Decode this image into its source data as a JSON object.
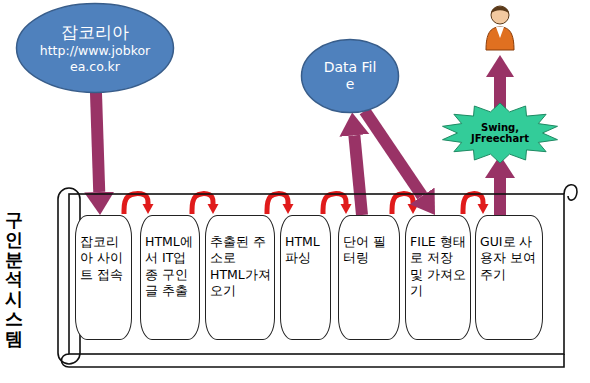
{
  "diagram": {
    "nodes": [
      {
        "text": [
          "잡코리아",
          "http://www.jobkorea.co.kr"
        ]
      },
      {
        "text": [
          "Data File"
        ]
      },
      {
        "text": [
          "Swing, JFreechart"
        ]
      },
      {
        "text": [
          "구인분석시스템"
        ]
      },
      {
        "text": [
          "잡코리아 사이트 접속"
        ],
        "in": 3
      },
      {
        "text": [
          "HTML에서 IT업종 구인글 추출"
        ],
        "in": 3
      },
      {
        "text": [
          "추출된 주소로 HTML가져오기"
        ],
        "in": 3
      },
      {
        "text": [
          "HTML 파싱"
        ],
        "in": 3
      },
      {
        "text": [
          "단어 필터링"
        ],
        "in": 3
      },
      {
        "text": [
          "FILE 형태로 저장 및 가져오기"
        ],
        "in": 3
      },
      {
        "text": [
          "GUI로 사용자 보여주기"
        ],
        "in": 3
      }
    ],
    "edges": [
      {
        "from": 0,
        "to": 4,
        "arrow": "to"
      },
      {
        "from": 4,
        "to": 5,
        "arrow": "to"
      },
      {
        "from": 5,
        "to": 6,
        "arrow": "to"
      },
      {
        "from": 6,
        "to": 7,
        "arrow": "to"
      },
      {
        "from": 7,
        "to": 8,
        "arrow": "to"
      },
      {
        "from": 8,
        "to": 9,
        "arrow": "to"
      },
      {
        "from": 9,
        "to": 10,
        "arrow": "to"
      },
      {
        "from": 8,
        "to": 1,
        "arrow": "to"
      },
      {
        "from": 1,
        "to": 9,
        "arrow": "to"
      },
      {
        "from": 10,
        "to": 2,
        "arrow": "to"
      }
    ]
  }
}
